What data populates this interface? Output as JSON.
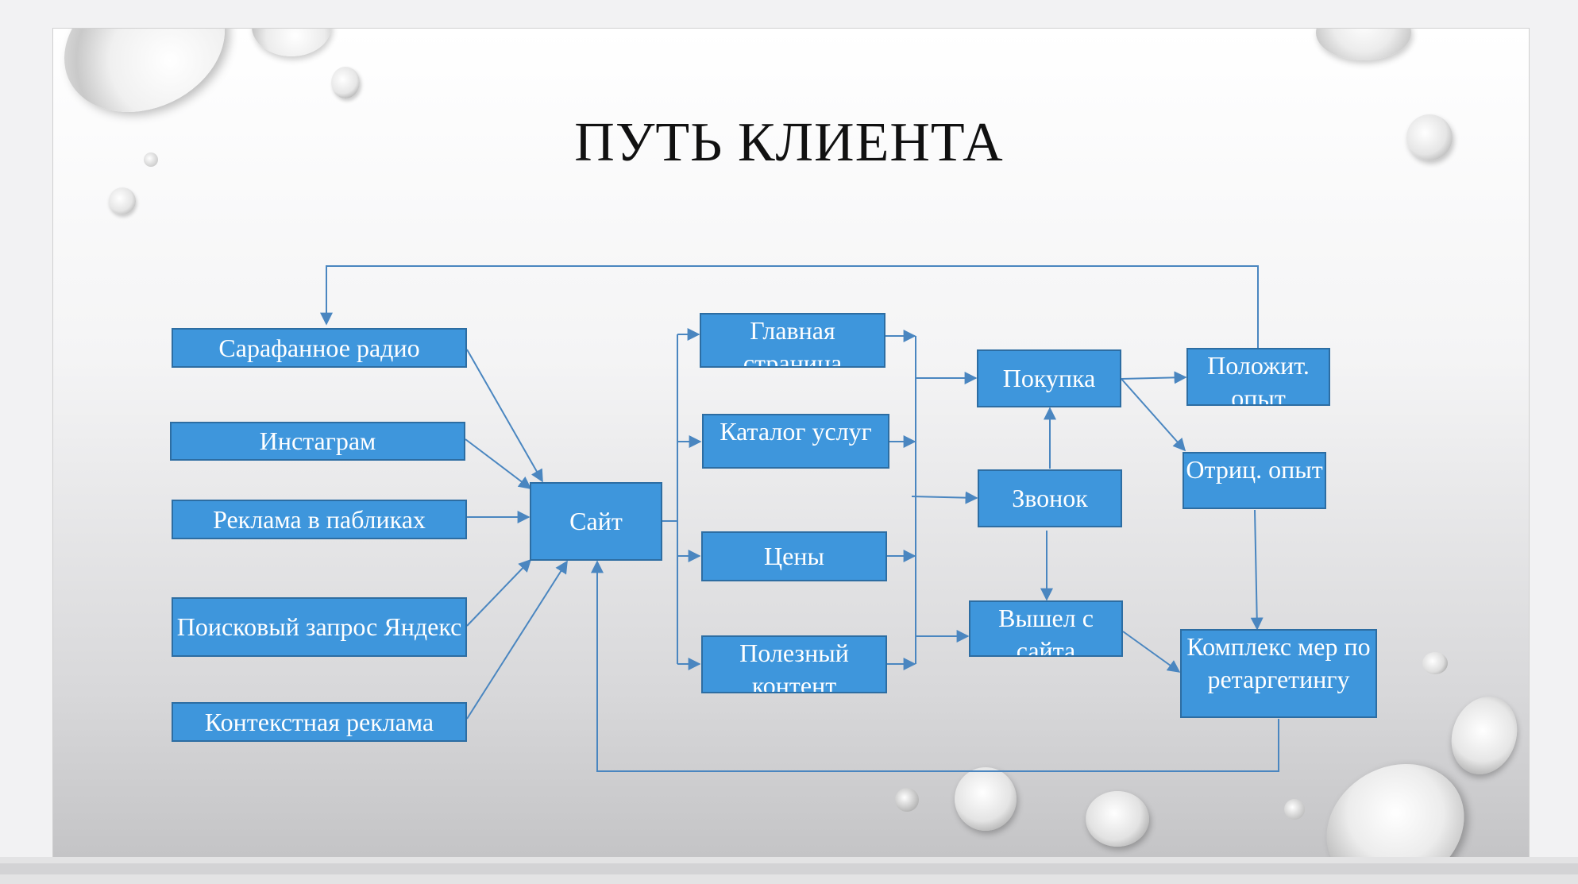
{
  "slide": {
    "title": "ПУТЬ КЛИЕНТА"
  },
  "nodes": {
    "sarafan": "Сарафанное радио",
    "instagram": "Инстаграм",
    "reklama_publics": "Реклама в пабликах",
    "yandex": "Поисковый запрос Яндекс",
    "context": "Контекстная реклама",
    "site": "Сайт",
    "main_page": "Главная страница",
    "catalog": "Каталог услуг",
    "prices": "Цены",
    "content": "Полезный контент",
    "purchase": "Покупка",
    "call": "Звонок",
    "left_site": "Вышел с сайта",
    "positive": "Положит. опыт",
    "negative": "Отриц. опыт",
    "retargeting": "Комплекс мер по ретаргетингу"
  },
  "colors": {
    "box_fill": "#3e96dc",
    "box_border": "#2d6da2",
    "line": "#4a86c0"
  }
}
